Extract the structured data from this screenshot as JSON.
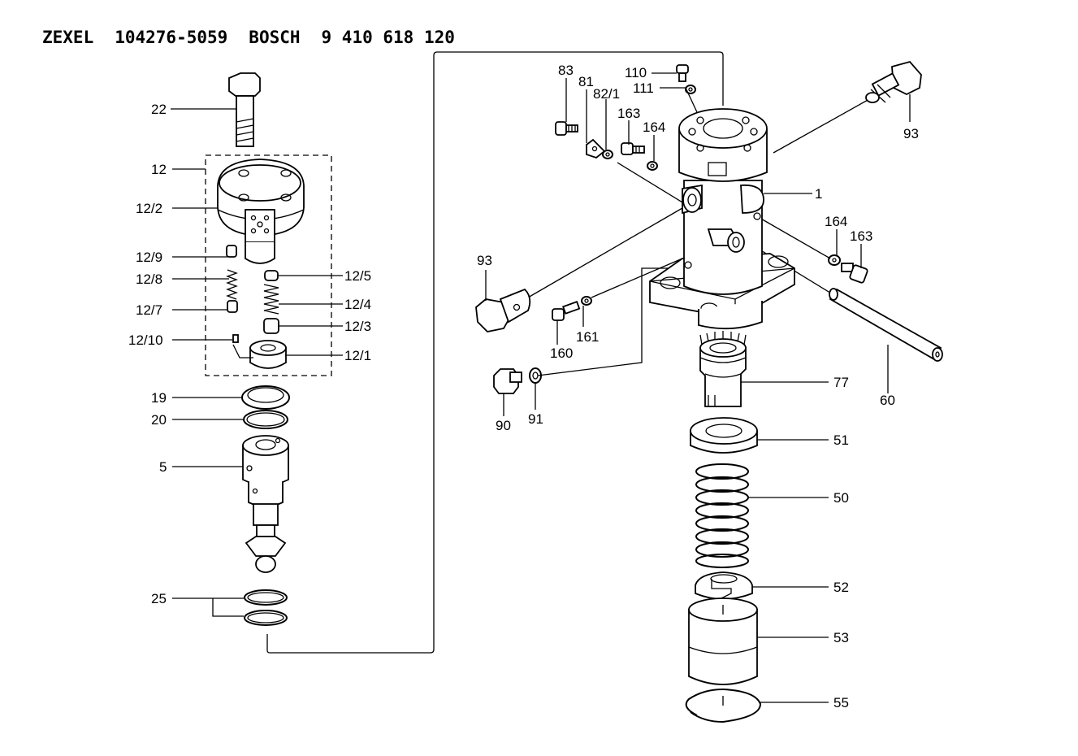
{
  "header": {
    "brand": "ZEXEL",
    "zexel_number": "104276-5059",
    "maker": "BOSCH",
    "bosch_number": "9 410 618 120"
  },
  "labels": {
    "p22": "22",
    "p12": "12",
    "p12_2": "12/2",
    "p12_9": "12/9",
    "p12_8": "12/8",
    "p12_7": "12/7",
    "p12_10": "12/10",
    "p12_5": "12/5",
    "p12_4": "12/4",
    "p12_3": "12/3",
    "p12_1": "12/1",
    "p19": "19",
    "p20": "20",
    "p5": "5",
    "p25": "25",
    "p83": "83",
    "p81": "81",
    "p82_1": "82/1",
    "p110": "110",
    "p111": "111",
    "p163a": "163",
    "p164a": "164",
    "p93a": "93",
    "p1": "1",
    "p164b": "164",
    "p163b": "163",
    "p93b": "93",
    "p161": "161",
    "p160": "160",
    "p77": "77",
    "p60": "60",
    "p90": "90",
    "p91": "91",
    "p51": "51",
    "p50": "50",
    "p52": "52",
    "p53": "53",
    "p55": "55"
  },
  "colors": {
    "ink": "#000000",
    "paper": "#ffffff"
  }
}
